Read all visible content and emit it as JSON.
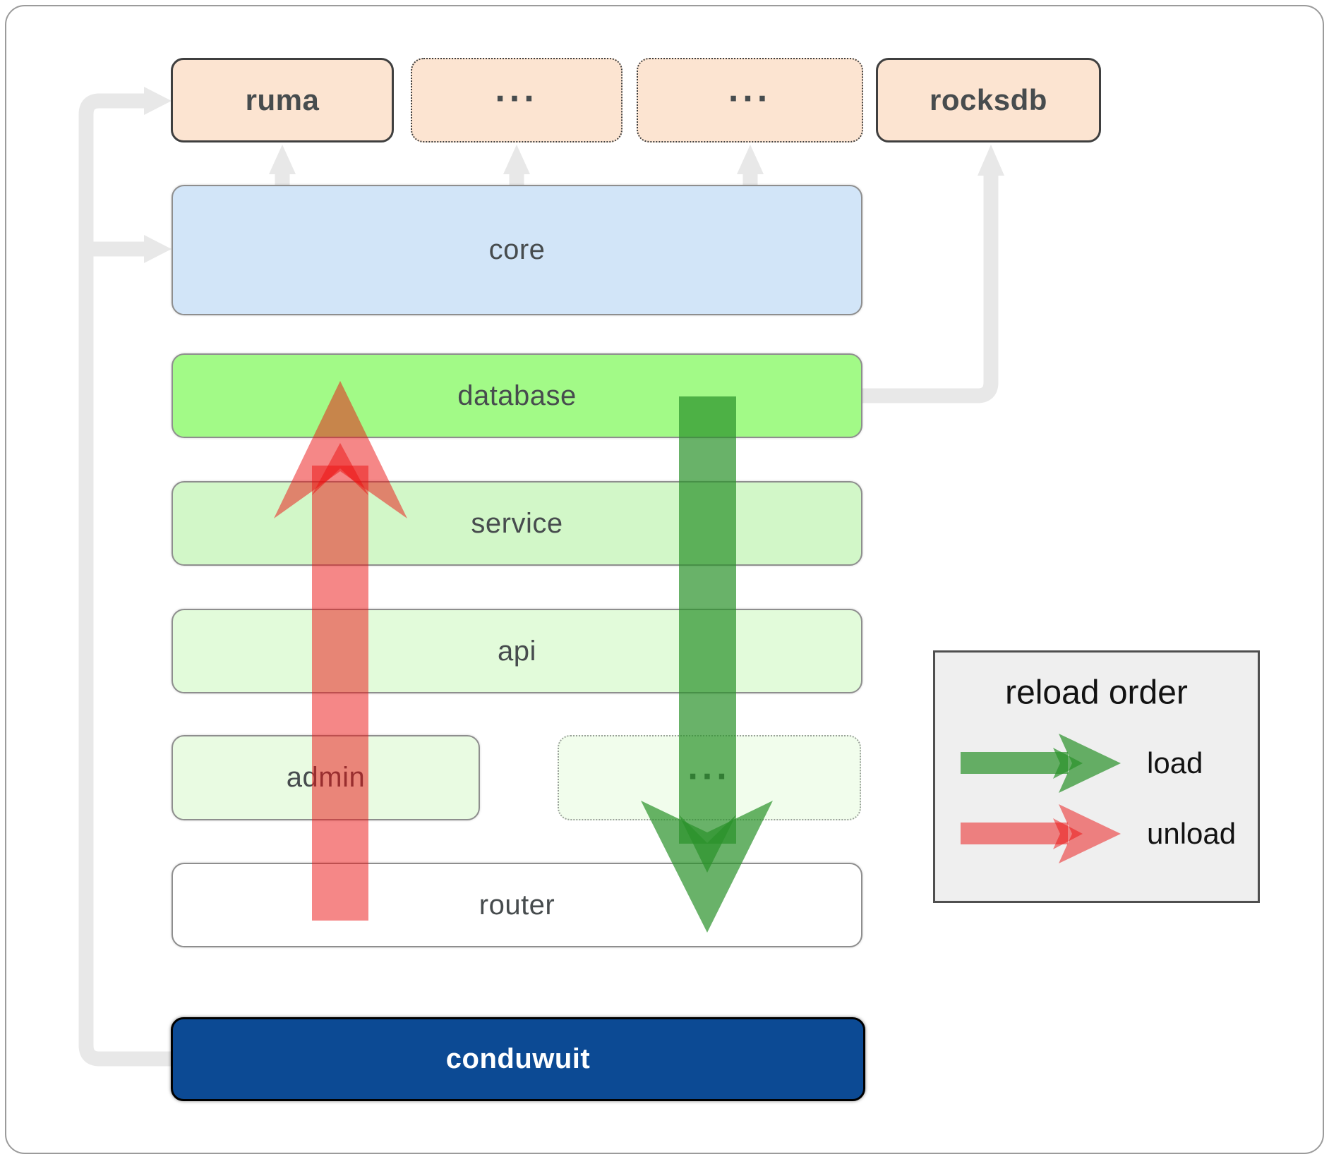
{
  "diagram": {
    "top_row": [
      {
        "label": "ruma"
      },
      {
        "label": "..."
      },
      {
        "label": "..."
      },
      {
        "label": "rocksdb"
      }
    ],
    "layers": {
      "core": "core",
      "database": "database",
      "service": "service",
      "api": "api",
      "admin": "admin",
      "admin_more": "...",
      "router": "router",
      "app": "conduwuit"
    },
    "legend": {
      "title": "reload order",
      "items": [
        {
          "label": "load"
        },
        {
          "label": "unload"
        }
      ]
    },
    "colors": {
      "load_green": "#2a922a",
      "unload_red": "#eb1010",
      "connector_gray": "#e8e8e8",
      "box_peach": "#fce4d1",
      "box_blue": "#d2e5f8",
      "box_green_bright": "#a2fa87",
      "box_green_1": "#d2f7c8",
      "box_green_2": "#e2fbda",
      "box_green_3": "#e9fbe2",
      "box_green_4": "#f1fdec",
      "app_blue": "#0c4a94",
      "legend_bg": "#efefef",
      "label_dark": "#474c4e"
    }
  }
}
